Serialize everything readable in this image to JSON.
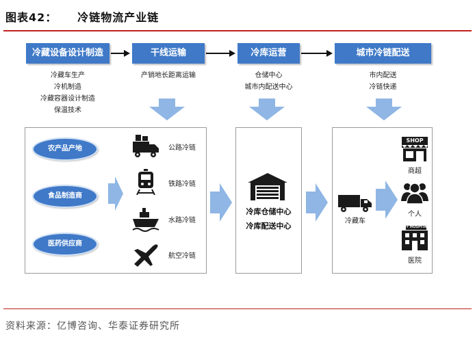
{
  "figure": {
    "label": "图表42：",
    "title": "冷链物流产业链"
  },
  "stages": [
    {
      "title": "冷藏设备设计制造",
      "items": [
        "冷藏车生产",
        "冷机制造",
        "冷藏容器设计制造",
        "保温技术"
      ]
    },
    {
      "title": "干线运输",
      "items": [
        "产销地长距离运输"
      ]
    },
    {
      "title": "冷库运营",
      "items": [
        "仓储中心",
        "城市内配送中心"
      ]
    },
    {
      "title": "城市冷链配送",
      "items": [
        "市内配送",
        "冷链快递"
      ]
    }
  ],
  "producers": [
    "农产品产地",
    "食品制造商",
    "医药供应商"
  ],
  "transport_modes": [
    "公路冷链",
    "铁路冷链",
    "水路冷链",
    "航空冷链"
  ],
  "storage_center": [
    "冷库仓储中心",
    "冷库配送中心"
  ],
  "delivery": {
    "vehicle": "冷藏车",
    "shop_sign": "SHOP",
    "hospital_sign": "+ HOSPITAL",
    "destinations": [
      "商超",
      "个人",
      "医院"
    ]
  },
  "source": "资料来源：亿博咨询、华泰证券研究所",
  "colors": {
    "accent_blue": "#3f79c8",
    "arrow_blue": "#8fb6e4",
    "rule_red": "#c0201a",
    "icon_dark": "#1a1a1a"
  }
}
